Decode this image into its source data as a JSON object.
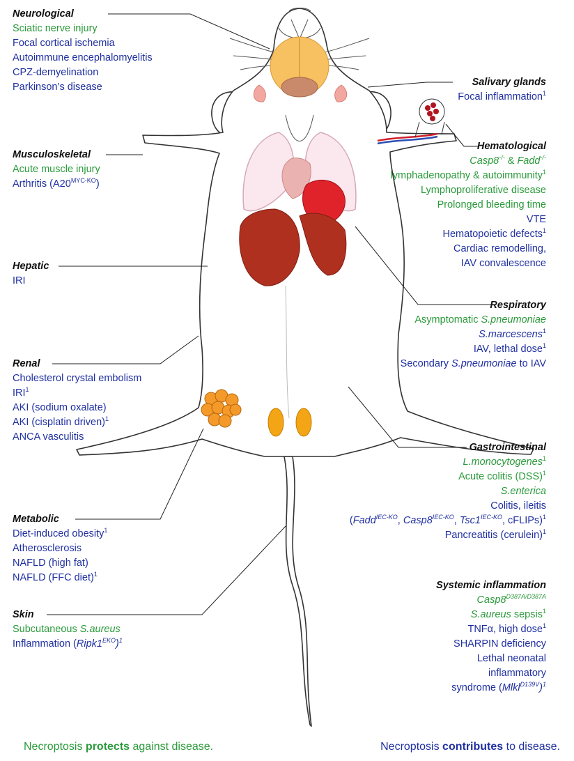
{
  "colors": {
    "protects": "#2a9a3a",
    "contributes": "#1f2fa0"
  },
  "categories": {
    "neurological": {
      "title": "Neurological",
      "items": [
        {
          "c": "g",
          "t": "Sciatic nerve injury"
        },
        {
          "c": "b",
          "t": "Focal cortical ischemia"
        },
        {
          "c": "b",
          "t": "Autoimmune encephalomyelitis"
        },
        {
          "c": "b",
          "t": "CPZ-demyelination"
        },
        {
          "c": "b",
          "t": "Parkinson’s disease"
        }
      ]
    },
    "musculoskeletal": {
      "title": "Musculoskeletal",
      "items": [
        {
          "c": "g",
          "t": "Acute muscle injury"
        },
        {
          "c": "b",
          "t": "Arthritis (A20",
          "sup": "MYC-KO",
          "after": ")"
        }
      ]
    },
    "hepatic": {
      "title": "Hepatic",
      "items": [
        {
          "c": "b",
          "t": "IRI"
        }
      ]
    },
    "renal": {
      "title": "Renal",
      "items": [
        {
          "c": "b",
          "t": "Cholesterol crystal embolism"
        },
        {
          "c": "b",
          "t": "IRI",
          "sup": "1"
        },
        {
          "c": "b",
          "t": "AKI (sodium oxalate)"
        },
        {
          "c": "b",
          "t": "AKI (cisplatin driven)",
          "sup": "1"
        },
        {
          "c": "b",
          "t": "ANCA vasculitis"
        }
      ]
    },
    "metabolic": {
      "title": "Metabolic",
      "items": [
        {
          "c": "b",
          "t": "Diet-induced obesity",
          "sup": "1"
        },
        {
          "c": "b",
          "t": "Atherosclerosis"
        },
        {
          "c": "b",
          "t": "NAFLD (high fat)"
        },
        {
          "c": "b",
          "t": "NAFLD (FFC diet)",
          "sup": "1"
        }
      ]
    },
    "skin": {
      "title": "Skin",
      "line1": {
        "t": "Subcutaneous ",
        "i": "S.aureus"
      },
      "line2": {
        "t": "Inflammation (",
        "i": "Ripk1",
        "sup": "EKO",
        "after": ")",
        "sup2": "1"
      }
    },
    "salivary": {
      "title": "Salivary glands",
      "items": [
        {
          "c": "b",
          "t": "Focal inflammation",
          "sup": "1"
        }
      ]
    },
    "hematological": {
      "title": "Hematological",
      "first": {
        "i1": "Casp8",
        "s1": "-/-",
        "mid": " & ",
        "i2": "Fadd",
        "s2": "-/-"
      },
      "items": [
        {
          "c": "g",
          "t": "lymphadenopathy & autoimmunity",
          "sup": "1"
        },
        {
          "c": "g",
          "t": "Lymphoproliferative disease"
        },
        {
          "c": "g",
          "t": "Prolonged bleeding time"
        },
        {
          "c": "b",
          "t": "VTE"
        },
        {
          "c": "b",
          "t": "Hematopoietic defects",
          "sup": "1"
        },
        {
          "c": "b",
          "t": "Cardiac remodelling,"
        },
        {
          "c": "b",
          "t": "IAV convalescence"
        }
      ]
    },
    "respiratory": {
      "title": "Respiratory",
      "l1": {
        "t": "Asymptomatic ",
        "i": "S.pneumoniae"
      },
      "l2": {
        "i": "S.marcescens",
        "sup": "1"
      },
      "l3": {
        "t": "IAV, lethal dose",
        "sup": "1"
      },
      "l4": {
        "t": "Secondary ",
        "i": "S.pneumoniae",
        "after": " to IAV"
      }
    },
    "gastrointestinal": {
      "title": "Gastrointestinal",
      "l1": {
        "i": "L.monocytogenes",
        "sup": "1"
      },
      "l2": {
        "t": "Acute colitis (DSS)",
        "sup": "1"
      },
      "l3": {
        "i": "S.enterica"
      },
      "l4": {
        "t": "Colitis, ileitis"
      },
      "l5": {
        "p1": "(",
        "i1": "Fadd",
        "s1": "IEC-KO",
        "p2": ", ",
        "i2": "Casp8",
        "s2": "IEC-KO",
        "p3": ", ",
        "i3": "Tsc1",
        "s3": "IEC-KO",
        "p4": ", cFLIPs)",
        "s4": "1"
      },
      "l6": {
        "t": "Pancreatitis (cerulein)",
        "sup": "1"
      }
    },
    "systemic": {
      "title": "Systemic inflammation",
      "l1": {
        "i": "Casp8",
        "sup": "D387A/D387A"
      },
      "l2": {
        "i": "S.aureus",
        "t": " sepsis",
        "sup": "1"
      },
      "l3": {
        "t": "TNFα, high dose",
        "sup": "1"
      },
      "l4": {
        "t": "SHARPIN deficiency"
      },
      "l5": {
        "t": "Lethal neonatal"
      },
      "l6": {
        "t": "inflammatory"
      },
      "l7": {
        "t": "syndrome (",
        "i": "Mlkl",
        "sup": "D139V",
        "after": ")",
        "sup2": "1"
      }
    }
  },
  "legend": {
    "protects": {
      "pre": "Necroptosis ",
      "bold": "protects",
      "post": " against disease."
    },
    "contributes": {
      "pre": "Necroptosis ",
      "bold": "contributes",
      "post": " to disease."
    }
  }
}
